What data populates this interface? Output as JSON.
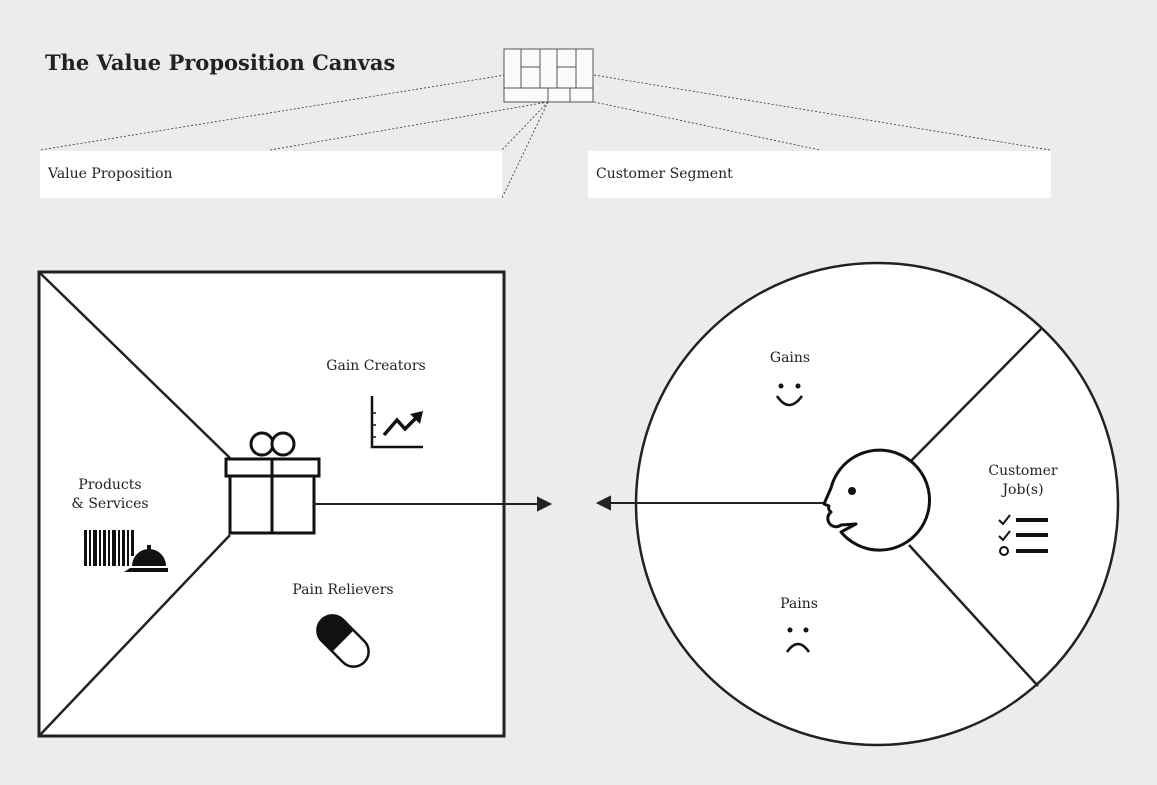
{
  "title": "The Value Proposition Canvas",
  "fields": {
    "value_proposition": "Value Proposition",
    "customer_segment": "Customer Segment"
  },
  "value_map": {
    "gain_creators": "Gain Creators",
    "products_services_line1": "Products",
    "products_services_line2": "& Services",
    "pain_relievers": "Pain Relievers"
  },
  "customer_profile": {
    "gains": "Gains",
    "customer_jobs_line1": "Customer",
    "customer_jobs_line2": "Job(s)",
    "pains": "Pains"
  },
  "icons": {
    "thumbnail": "canvas-thumbnail-icon",
    "gift": "gift-icon",
    "chart": "trending-chart-icon",
    "products": "barcode-cloche-icon",
    "pill": "pill-icon",
    "smile": "smile-icon",
    "frown": "frown-icon",
    "face": "customer-head-icon",
    "checklist": "checklist-icon"
  },
  "colors": {
    "background": "#ececec",
    "panel": "#ffffff",
    "stroke": "#222222"
  }
}
